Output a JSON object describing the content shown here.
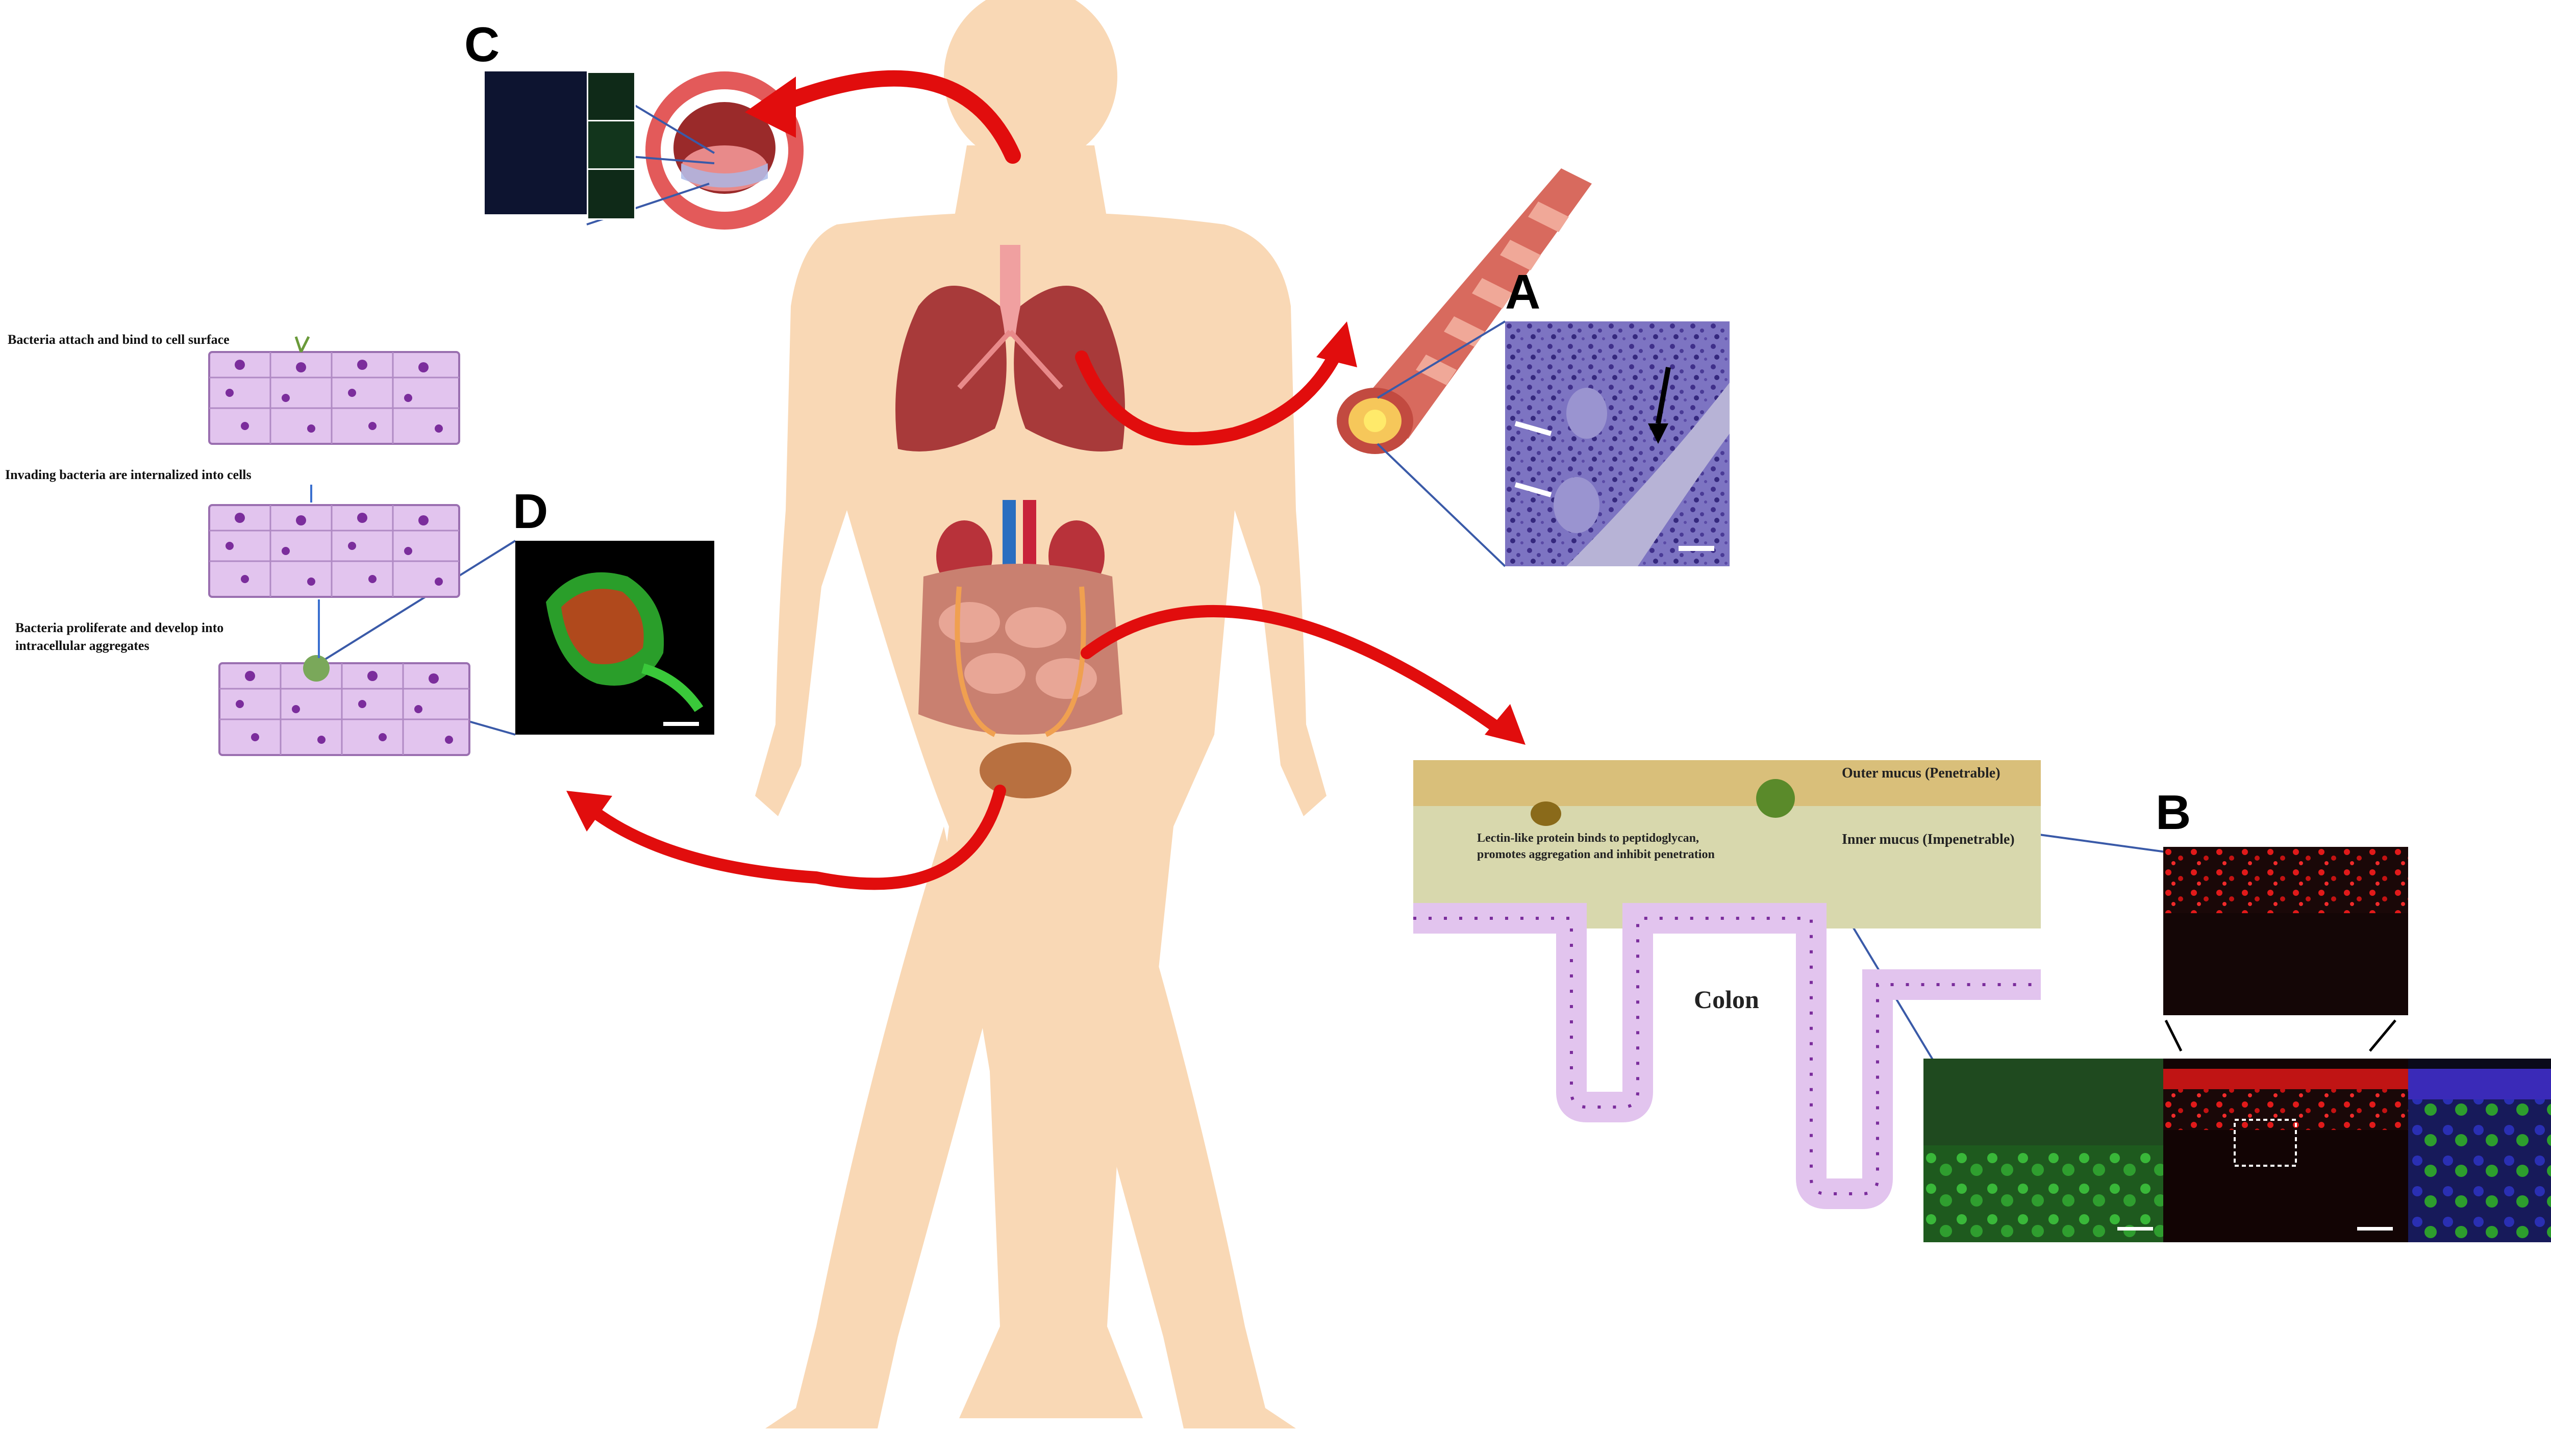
{
  "panel_labels": {
    "a": "A",
    "b": "B",
    "c": "C",
    "d": "D"
  },
  "invasion_steps": {
    "step1": "Bacteria attach and bind to cell surface",
    "step2": "Invading bacteria are internalized into cells",
    "step3_line1": "Bacteria proliferate and develop into",
    "step3_line2": "intracellular aggregates"
  },
  "colon": {
    "outer_mucus": "Outer mucus (Penetrable)",
    "inner_mucus": "Inner mucus (Impenetrable)",
    "lectin_line1": "Lectin-like protein binds to peptidoglycan,",
    "lectin_line2": "promotes aggregation and inhibit penetration",
    "title": "Colon"
  },
  "colors": {
    "skin": "#f9d8b5",
    "arrow_red": "#e10d0d",
    "leader_blue": "#3a5aa8",
    "outer_mucus": "#d9bf7a",
    "inner_mucus": "#d8d8ad",
    "epithelium": "#e2c4ee",
    "nucleus": "#7b2d9c",
    "histology": "#7d74c2"
  }
}
